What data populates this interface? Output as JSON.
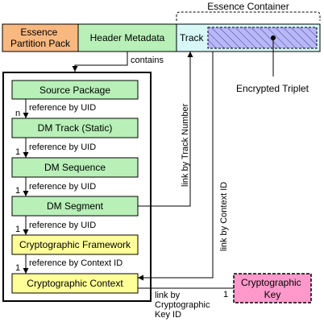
{
  "top_row": {
    "partition_pack": [
      "Essence",
      "Partition Pack"
    ],
    "header_metadata": "Header Metadata",
    "essence_container_title": "Essence Container",
    "track": "Track"
  },
  "encrypted_triplet": "Encrypted Triplet",
  "contains": "contains",
  "boxes": {
    "source_package": "Source Package",
    "dm_track": "DM Track (Static)",
    "dm_sequence": "DM Sequence",
    "dm_segment": "DM Segment",
    "crypto_framework": "Cryptographic Framework",
    "crypto_context": "Cryptographic Context",
    "crypto_key": [
      "Cryptographic",
      "Key"
    ]
  },
  "links": {
    "ref1": "reference by UID",
    "ref2": "reference by UID",
    "ref3": "reference by UID",
    "ref4": "reference by UID",
    "ref5": "reference by Context ID",
    "track_number": "link by Track Number",
    "context_id": "link by Context ID",
    "crypto_key_id": [
      "link by",
      "Cryptographic",
      "Key ID"
    ]
  },
  "multiplicity": {
    "n": "n",
    "one_a": "1",
    "one_b": "1",
    "one_c": "1",
    "one_d": "1",
    "one_key": "1"
  },
  "colors": {
    "partition_pack": "#f8b880",
    "header_metadata": "#b8f0b8",
    "essence_container": "#d8f8f8",
    "encrypted_fill": "#b8b8f8",
    "green_box": "#b8f0b8",
    "yellow_box": "#ffff99",
    "key_box": "#ff99cc"
  }
}
